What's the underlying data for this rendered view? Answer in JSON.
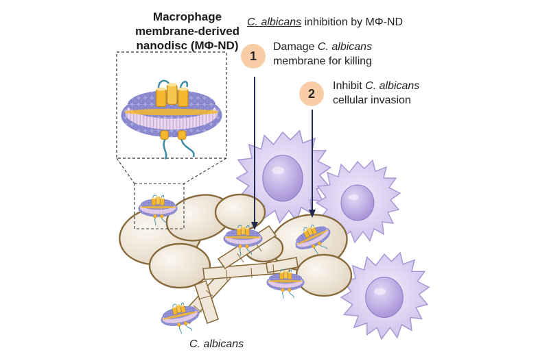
{
  "nanodisc_title": {
    "line1": "Macrophage",
    "line2": "membrane-derived",
    "line3": "nanodisc (MΦ-ND)"
  },
  "inhibition_title": {
    "species": "C. albicans",
    "rest": " inhibition by MΦ-ND"
  },
  "steps": [
    {
      "number": "1",
      "line1_prefix": "Damage ",
      "line1_species": "C. albicans",
      "line2": "membrane for killing"
    },
    {
      "number": "2",
      "line1_prefix": "Inhibit ",
      "line1_species": "C. albicans",
      "line2": "cellular invasion"
    }
  ],
  "fungus_label": "C. albicans",
  "colors": {
    "lipid_head": "#8f8ed4",
    "lipid_tail": "#e4d3ec",
    "protein": "#f5b72e",
    "yeast_fill": "#efe6d9",
    "yeast_stroke": "#866a3c",
    "macrophage": "#dcd3f1",
    "macrophage_nucleus": "#b9a9df",
    "badge": "#f9cda6",
    "arrow": "#1e2a4a",
    "strand": "#3f8ea6"
  },
  "icons": [
    "nanodisc-icon",
    "macrophage-icon",
    "yeast-cell-icon",
    "hypha-icon"
  ]
}
